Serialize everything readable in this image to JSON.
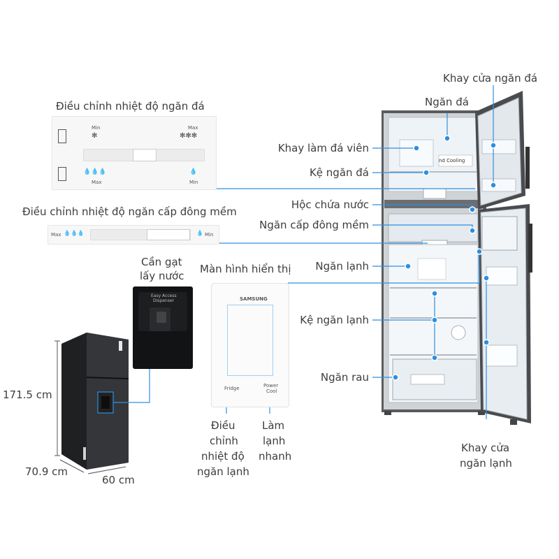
{
  "labels": {
    "ice_temp_control": "Điều chỉnh nhiệt độ ngăn đá",
    "soft_freeze_control": "Điều chỉnh nhiệt độ ngăn cấp đông mềm",
    "freezer_door_tray": "Khay cửa ngăn đá",
    "freezer": "Ngăn đá",
    "ice_tray": "Khay làm đá viên",
    "freezer_shelf": "Kệ ngăn đá",
    "water_tank": "Hộc chứa nước",
    "soft_freeze": "Ngăn cấp đông mềm",
    "water_lever_line1": "Cần gạt",
    "water_lever_line2": "lấy nước",
    "display": "Màn hình hiển thị",
    "fridge": "Ngăn lạnh",
    "fridge_shelf": "Kệ ngăn lạnh",
    "crisper": "Ngăn rau",
    "fridge_door_tray_line1": "Khay cửa",
    "fridge_door_tray_line2": "ngăn lạnh",
    "adjust_fridge_line1": "Điều",
    "adjust_fridge_line2": "chỉnh",
    "adjust_fridge_line3": "nhiệt độ",
    "adjust_fridge_line4": "ngăn lạnh",
    "quick_cool_line1": "Làm",
    "quick_cool_line2": "lạnh",
    "quick_cool_line3": "nhanh"
  },
  "dimensions": {
    "height": "171.5 cm",
    "depth": "70.9 cm",
    "width": "60 cm"
  },
  "panel_ice": {
    "min": "Min",
    "max": "Max",
    "max_bottom": "Max",
    "min_bottom": "Min"
  },
  "panel_soft": {
    "max": "Max",
    "min": "Min"
  },
  "display_panel": {
    "brand": "SAMSUNG",
    "fridge_btn": "Fridge",
    "power_cool_line1": "Power",
    "power_cool_line2": "Cool"
  },
  "dispenser": {
    "text_line1": "Easy Access",
    "text_line2": "Dispenser"
  },
  "fridge_image": {
    "cooling_text": "nd Cooling"
  },
  "colors": {
    "accent": "#2d8fe0",
    "fridge_body": "#2f3033"
  }
}
